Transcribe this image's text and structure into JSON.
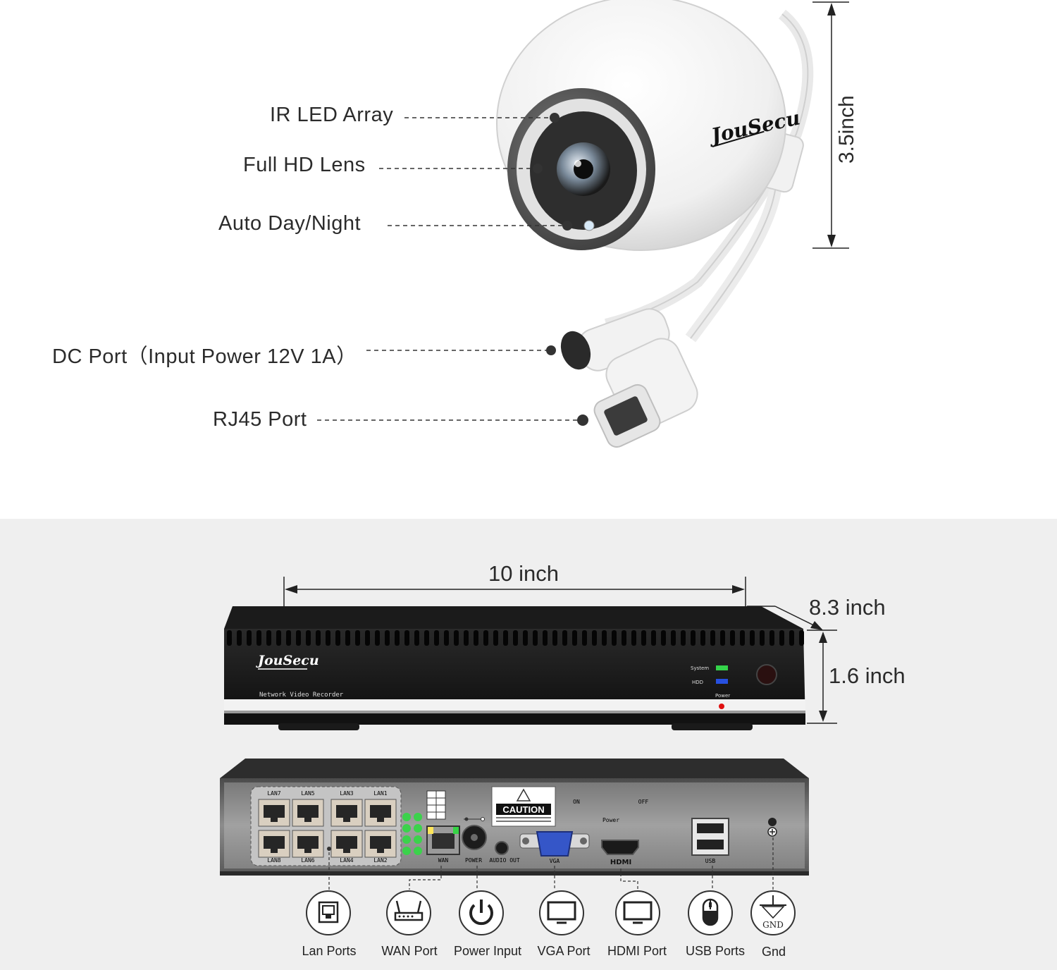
{
  "camera": {
    "brand": "JouSecu",
    "callouts": {
      "ir_led": "IR LED Array",
      "lens": "Full HD Lens",
      "day_night": "Auto Day/Night",
      "dc_port": "DC Port（Input Power 12V 1A）",
      "rj45": "RJ45 Port"
    },
    "height": "3.5inch"
  },
  "nvr": {
    "brand": "JouSecu",
    "subtitle": "Network Video Recorder",
    "dimensions": {
      "width": "10 inch",
      "depth": "8.3 inch",
      "height": "1.6 inch"
    },
    "front_leds": {
      "system": "System",
      "hdd": "HDD",
      "power": "Power"
    },
    "rear": {
      "lan_top": [
        "LAN7",
        "LAN5",
        "LAN3",
        "LAN1"
      ],
      "lan_bottom": [
        "LAN8",
        "LAN6",
        "LAN4",
        "LAN2"
      ],
      "wan": "WAN",
      "power": "POWER",
      "audio_out": "AUDIO OUT",
      "vga": "VGA",
      "hdmi": "HDMI",
      "usb": "USB",
      "caution": "CAUTION",
      "on": "ON",
      "off": "OFF",
      "power_switch": "Power"
    },
    "port_legend": [
      {
        "label": "Lan Ports",
        "icon": "lan-port-icon"
      },
      {
        "label": "WAN Port",
        "icon": "router-icon"
      },
      {
        "label": "Power Input",
        "icon": "power-icon"
      },
      {
        "label": "VGA Port",
        "icon": "monitor-icon"
      },
      {
        "label": "HDMI Port",
        "icon": "monitor-icon"
      },
      {
        "label": "USB Ports",
        "icon": "mouse-icon"
      },
      {
        "label": "Gnd",
        "icon": "ground-icon",
        "icon_text": "GND"
      }
    ]
  }
}
